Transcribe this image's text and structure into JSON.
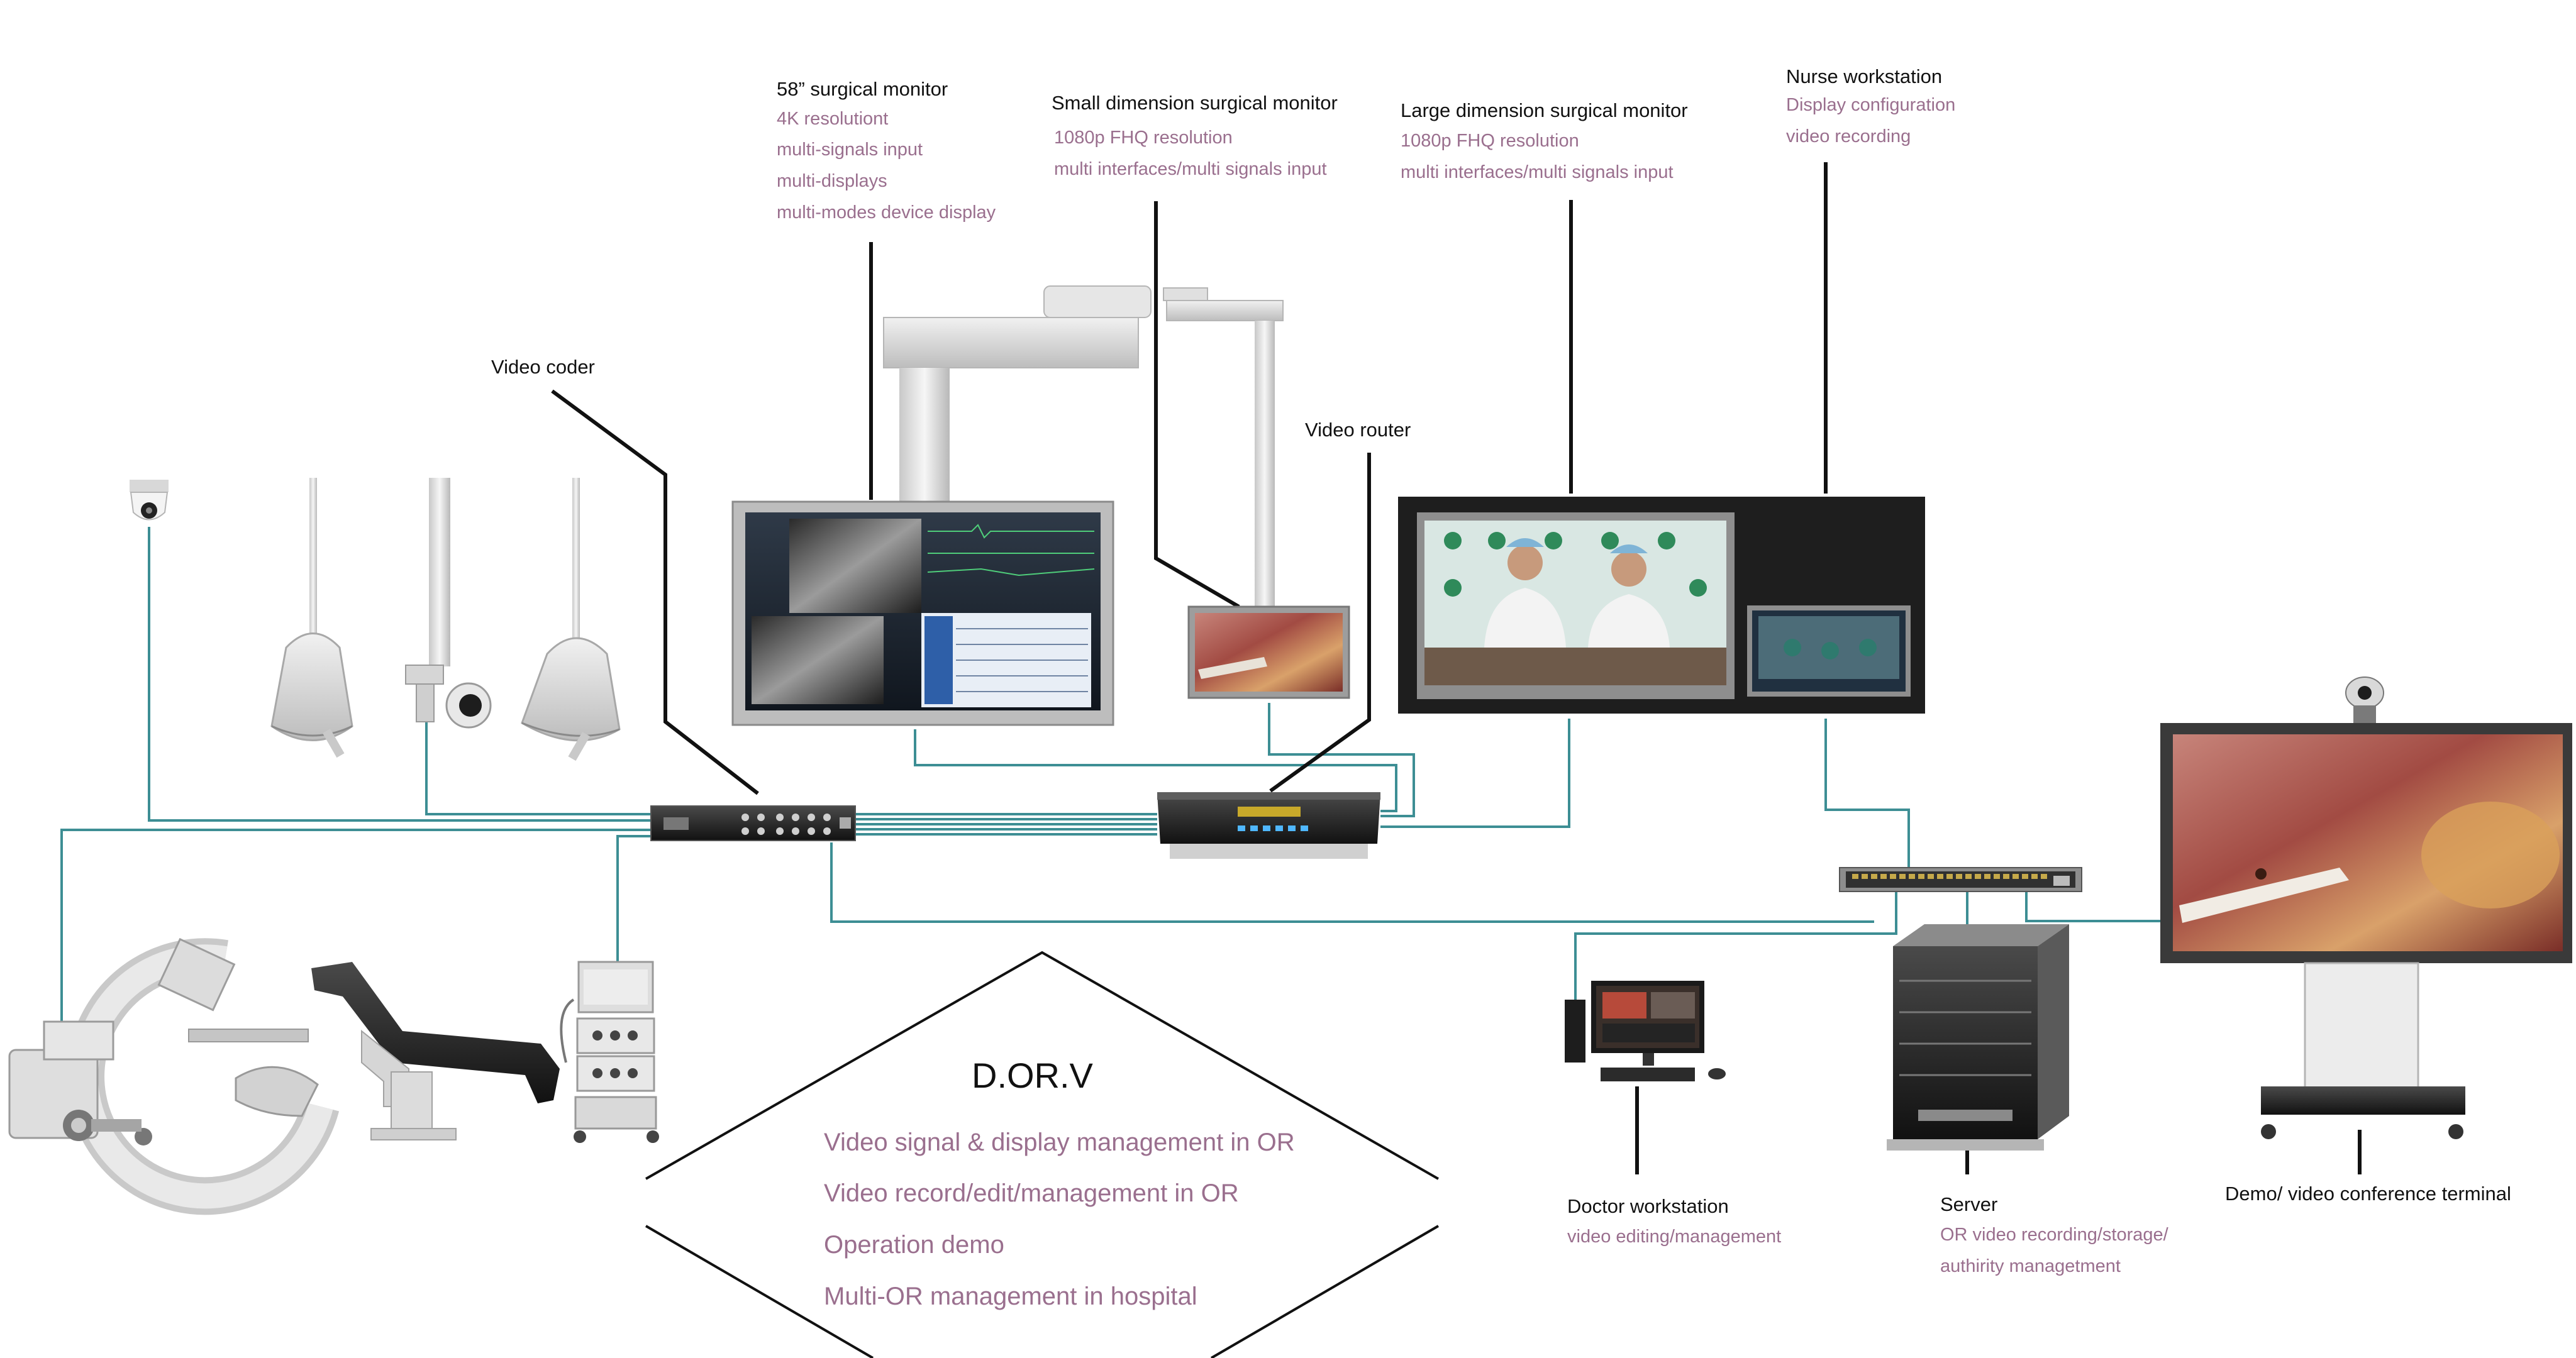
{
  "colors": {
    "wire": "#3d8e94",
    "callout": "#111111",
    "sub_text": "#9a6f8e",
    "title_text": "#111111"
  },
  "labels": {
    "monitor58_title": "58”   surgical monitor",
    "monitor58_l1": "4K resolutiont",
    "monitor58_l2": "multi-signals input",
    "monitor58_l3": "multi-displays",
    "monitor58_l4": "multi-modes device display",
    "small_title": "Small dimension surgical monitor",
    "small_l1": "1080p FHQ resolution",
    "small_l2": "multi interfaces/multi signals input",
    "large_title": "Large dimension surgical monitor",
    "large_l1": "1080p FHQ resolution",
    "large_l2": "multi interfaces/multi signals input",
    "nurse_title": "Nurse workstation",
    "nurse_l1": "Display configuration",
    "nurse_l2": "video recording",
    "coder": "Video coder",
    "router": "Video router",
    "doctor_title": "Doctor workstation",
    "doctor_l1": "video editing/management",
    "server_title": "Server",
    "server_l1": "OR video recording/storage/",
    "server_l2": "authirity managetment",
    "demo_title": "Demo/ video conference terminal"
  },
  "dorv": {
    "title": "D.OR.V",
    "items": [
      "Video signal & display management in OR",
      "Video record/edit/management in OR",
      "Operation demo",
      "Multi-OR management in hospital"
    ]
  },
  "icons": {
    "ceiling_camera": "dome-camera-icon",
    "surgical_lights": "surgical-light-icon",
    "c_arm": "c-arm-xray-icon",
    "operating_table": "operating-table-icon",
    "equipment_cart": "medical-cart-icon",
    "video_coder": "video-encoder-box-icon",
    "video_router": "video-router-box-icon",
    "network_switch": "network-switch-icon",
    "server": "server-tower-icon",
    "doctor_pc": "desktop-computer-icon",
    "demo_terminal": "display-stand-icon"
  }
}
